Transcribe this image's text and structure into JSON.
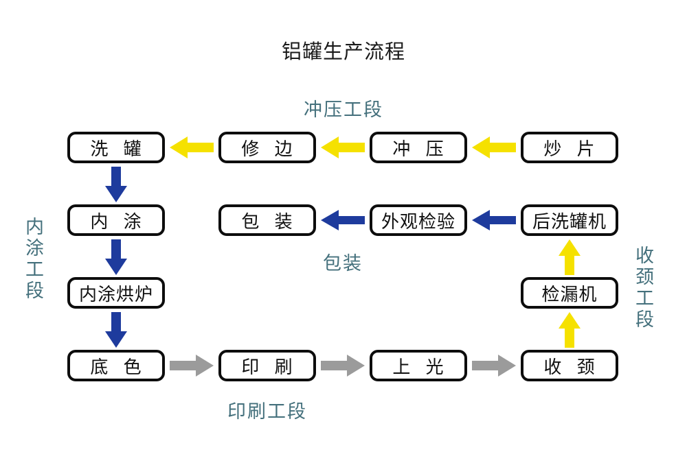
{
  "title": "铝罐生产流程",
  "section_labels": {
    "stamping": "冲压工段",
    "packing": "包装",
    "printing": "印刷工段",
    "inner_coating": "内涂工段",
    "necking": "收颈工段"
  },
  "nodes": {
    "wash_can": "洗 罐",
    "trimming": "修 边",
    "stamping": "冲 压",
    "sheet_prep": "炒 片",
    "inner_coat": "内 涂",
    "packing": "包 装",
    "appearance_inspection": "外观检验",
    "post_washer": "后洗罐机",
    "coating_oven": "内涂烘炉",
    "leak_tester": "检漏机",
    "base_coat": "底 色",
    "printing": "印 刷",
    "varnish": "上 光",
    "necking": "收 颈"
  },
  "colors": {
    "yellow": "#f5e100",
    "blue": "#1e3b9d",
    "gray": "#9b9b9b",
    "teal": "#44707c",
    "box_border": "#0d0d0d"
  }
}
